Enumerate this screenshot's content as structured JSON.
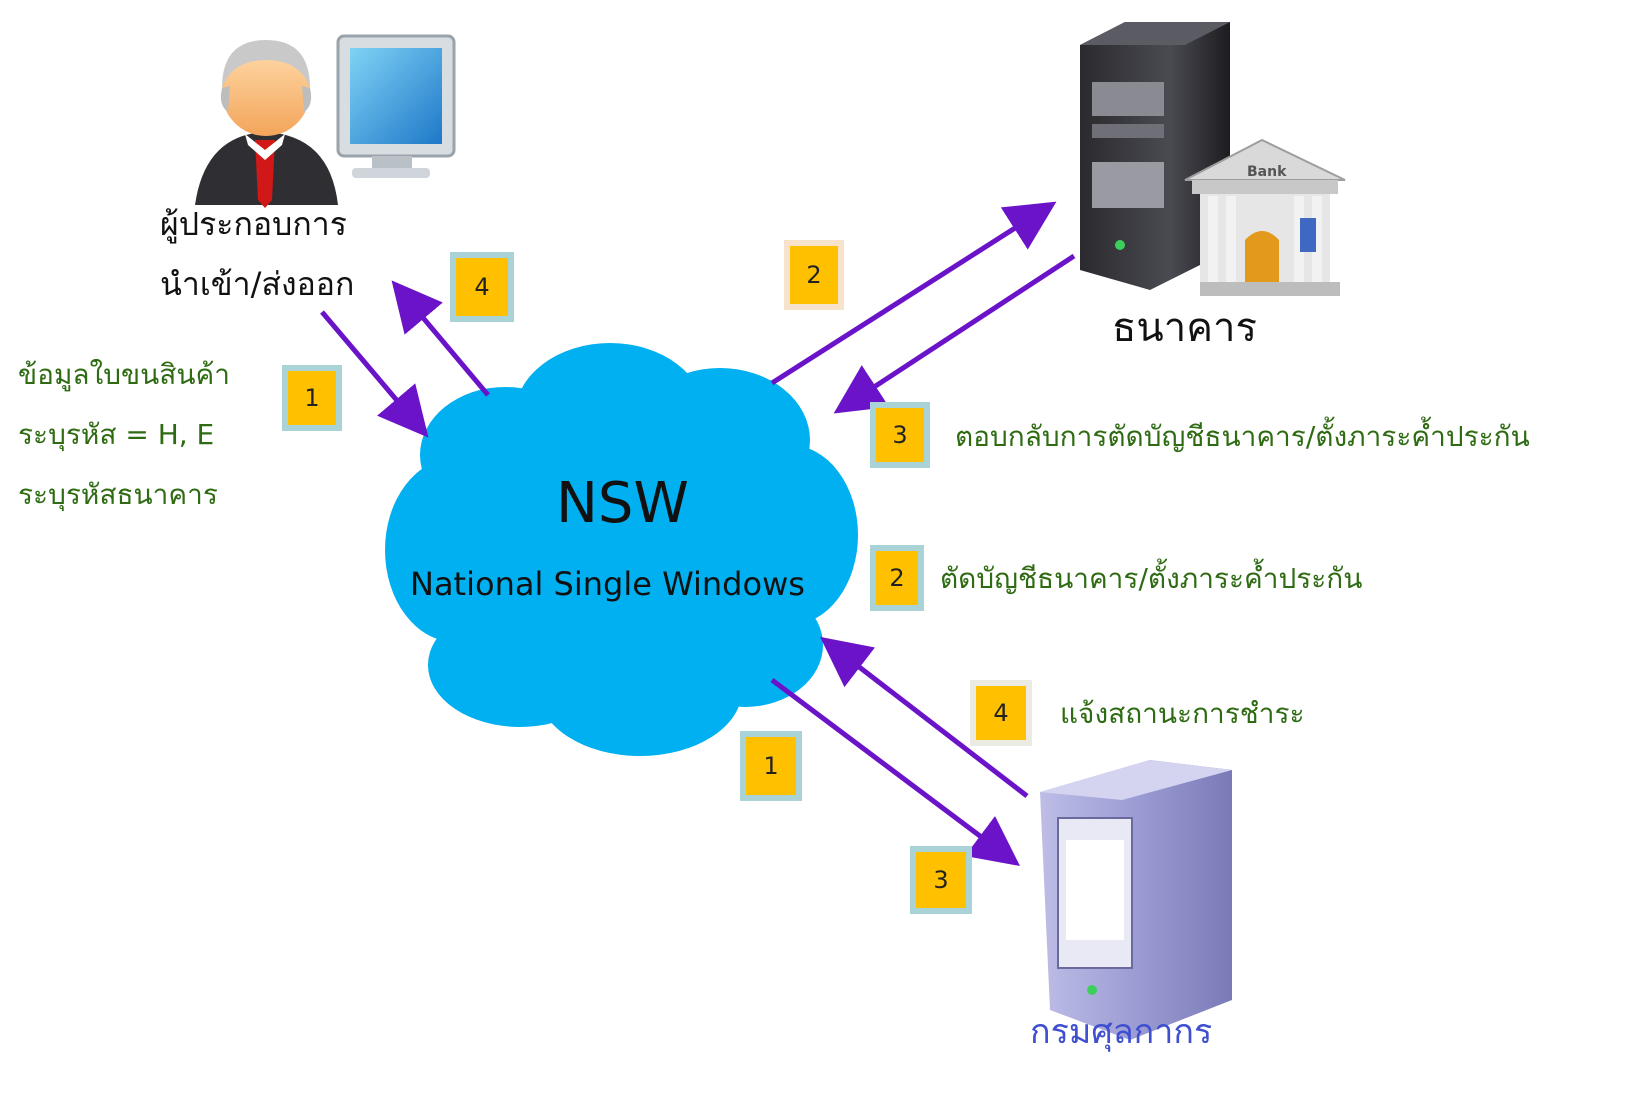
{
  "actors": {
    "operator": {
      "label_line1": "ผู้ประกอบการ",
      "label_line2": "นำเข้า/ส่งออก",
      "icon": "businessman-computer-icon"
    },
    "bank": {
      "label": "ธนาคาร",
      "building_sign": "Bank",
      "icon": "bank-server-icon"
    },
    "customs": {
      "label": "กรมศุลกากร",
      "icon": "customs-server-icon"
    }
  },
  "hub": {
    "title": "NSW",
    "subtitle": "National Single Windows",
    "color": "#00b0f0"
  },
  "notes": {
    "operator_line1": "ข้อมูลใบขนสินค้า",
    "operator_line2": "ระบุรหัส = H, E",
    "operator_line3": "ระบุรหัสธนาคาร",
    "bank_reply": "ตอบกลับการตัดบัญชีธนาคาร/ตั้งภาระค้ำประกัน",
    "bank_request": "ตัดบัญชีธนาคาร/ตั้งภาระค้ำประกัน",
    "customs_status": "แจ้งสถานะการชำระ"
  },
  "steps": {
    "operator_to_nsw": "1",
    "nsw_to_operator": "4",
    "nsw_to_bank": "2",
    "bank_to_nsw": "3",
    "bank_request_step": "2",
    "customs_to_nsw": "4",
    "nsw_to_customs": "1",
    "customs_reply": "3"
  },
  "colors": {
    "arrow": "#6a13c8",
    "badge_fill": "#ffc000",
    "badge_border": "#a9d3d6",
    "note_text": "#2e6b12",
    "customs_label": "#3e4fd0"
  }
}
